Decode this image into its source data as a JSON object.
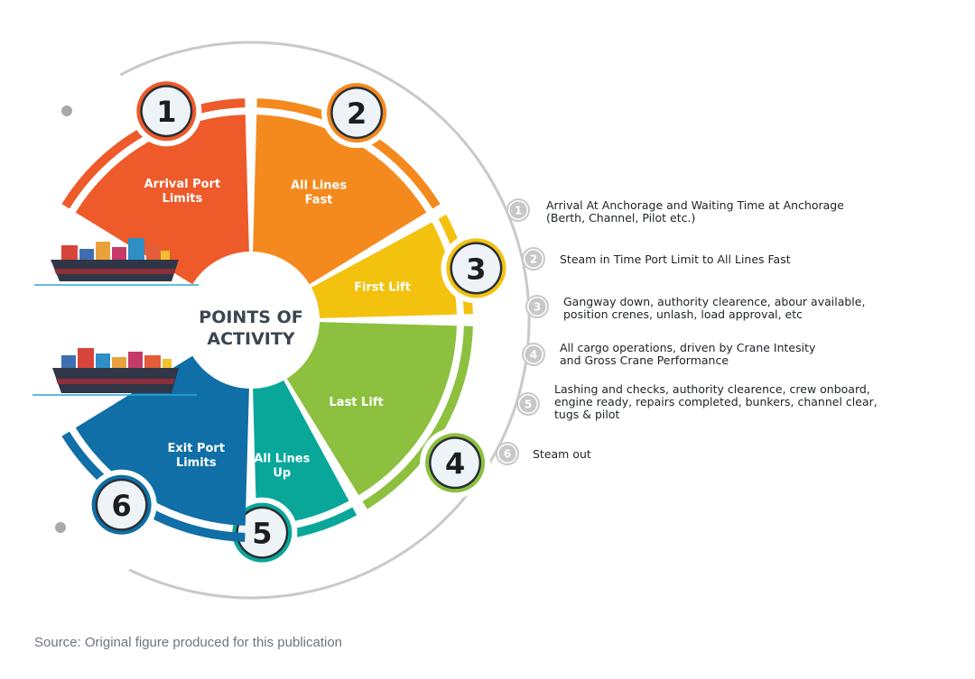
{
  "diagram": {
    "center_title": [
      "POINTS OF",
      "ACTIVITY"
    ],
    "segments": [
      {
        "number": "1",
        "label": [
          "Arrival Port",
          "Limits"
        ],
        "color": "#ee5a2a",
        "ring_color": "#ee5a2a"
      },
      {
        "number": "2",
        "label": [
          "All Lines",
          "Fast"
        ],
        "color": "#f48a1e",
        "ring_color": "#f48a1e"
      },
      {
        "number": "3",
        "label": [
          "First Lift"
        ],
        "color": "#f3c20f",
        "ring_color": "#f3c20f"
      },
      {
        "number": "4",
        "label": [
          "Last Lift"
        ],
        "color": "#8cc03e",
        "ring_color": "#8cc03e"
      },
      {
        "number": "5",
        "label": [
          "All Lines",
          "Up"
        ],
        "color": "#08a79a",
        "ring_color": "#08a79a"
      },
      {
        "number": "6",
        "label": [
          "Exit Port",
          "Limits"
        ],
        "color": "#0f6fa6",
        "ring_color": "#0f6fa6"
      }
    ],
    "steps": [
      {
        "number": "1",
        "lines": [
          "Arrival At Anchorage and Waiting Time at Anchorage",
          "(Berth, Channel, Pilot etc.)"
        ]
      },
      {
        "number": "2",
        "lines": [
          "Steam in Time Port Limit to All Lines Fast"
        ]
      },
      {
        "number": "3",
        "lines": [
          "Gangway down, authority clearence, abour available,",
          "position crenes, unlash, load approval, etc"
        ]
      },
      {
        "number": "4",
        "lines": [
          "All cargo operations, driven by Crane Intesity",
          "and Gross Crane Performance"
        ]
      },
      {
        "number": "5",
        "lines": [
          "Lashing and checks, authority clearence, crew onboard,",
          "engine ready, repairs completed, bunkers, channel clear,",
          "tugs & pilot"
        ]
      },
      {
        "number": "6",
        "lines": [
          "Steam out"
        ]
      }
    ],
    "step_badge_color": "#c8c8c8",
    "arc_color": "#c9c9c9",
    "ship_icon": "container-ship-icon"
  },
  "source_text": "Source: Original figure produced for this publication"
}
